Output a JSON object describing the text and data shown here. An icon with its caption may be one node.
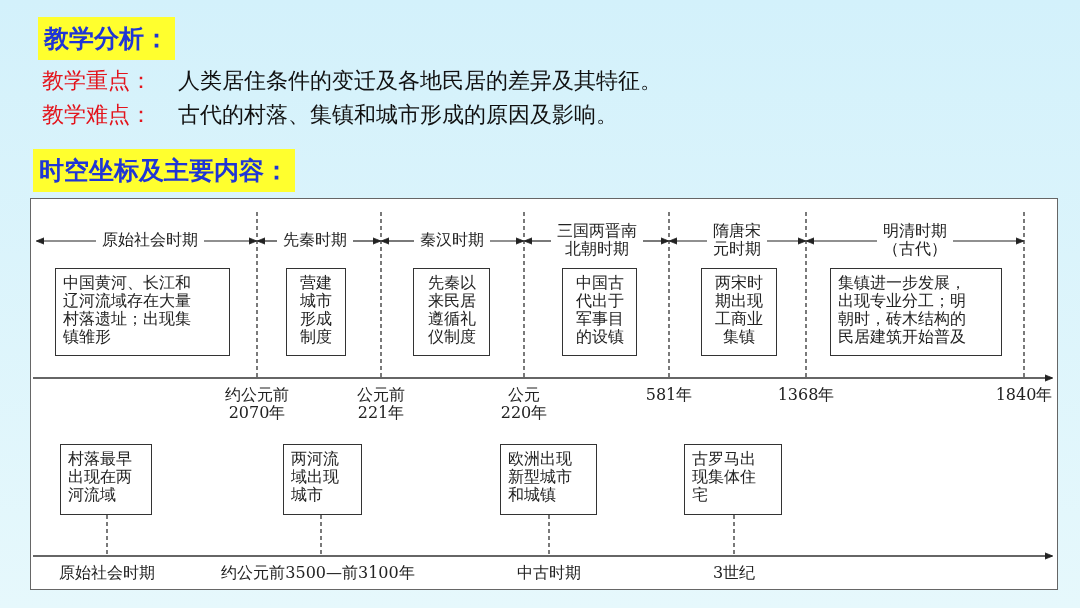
{
  "diagram": {
    "title": "教学分析：",
    "nodes": [
      {
        "text": [
          "中国黄河、长江和辽河流域存在大量村落遗址；出现集镇雏形"
        ]
      },
      {
        "text": [
          "营建城市形成制度"
        ]
      },
      {
        "text": [
          "先秦以来民居遵循礼仪制度"
        ]
      },
      {
        "text": [
          "中国古代出于军事目的设镇"
        ]
      },
      {
        "text": [
          "两宋时期出现工商业集镇"
        ]
      },
      {
        "text": [
          "集镇进一步发展，出现专业分工；明朝时，砖木结构的民居建筑开始普及"
        ]
      },
      {
        "text": [
          "村落最早出现在两河流域"
        ]
      },
      {
        "text": [
          "两河流域出现城市"
        ]
      },
      {
        "text": [
          "欧洲出现新型城市和城镇"
        ]
      },
      {
        "text": [
          "古罗马出现集体住宅"
        ]
      }
    ],
    "edges": [
      {
        "from": 6,
        "to": null,
        "arrow": "none",
        "style": "dashed"
      },
      {
        "from": 7,
        "to": null,
        "arrow": "none",
        "style": "dashed"
      },
      {
        "from": 8,
        "to": null,
        "arrow": "none",
        "style": "dashed"
      },
      {
        "from": 9,
        "to": null,
        "arrow": "none",
        "style": "dashed"
      }
    ],
    "labels": [
      "教学重点：",
      "人类居住条件的变迁及各地民居的差异及其特征。",
      "教学难点：",
      "古代的村落、集镇和城市形成的原因及影响。",
      "时空坐标及主要内容：",
      "原始社会时期",
      "先秦时期",
      "秦汉时期",
      "三国两晋南北朝时期",
      "隋唐宋元时期",
      "明清时期（古代）",
      "约公元前2070年",
      "公元前221年",
      "公元220年",
      "581年",
      "1368年",
      "1840年",
      "原始社会时期",
      "约公元前3500—前3100年",
      "中古时期",
      "3世纪"
    ]
  }
}
